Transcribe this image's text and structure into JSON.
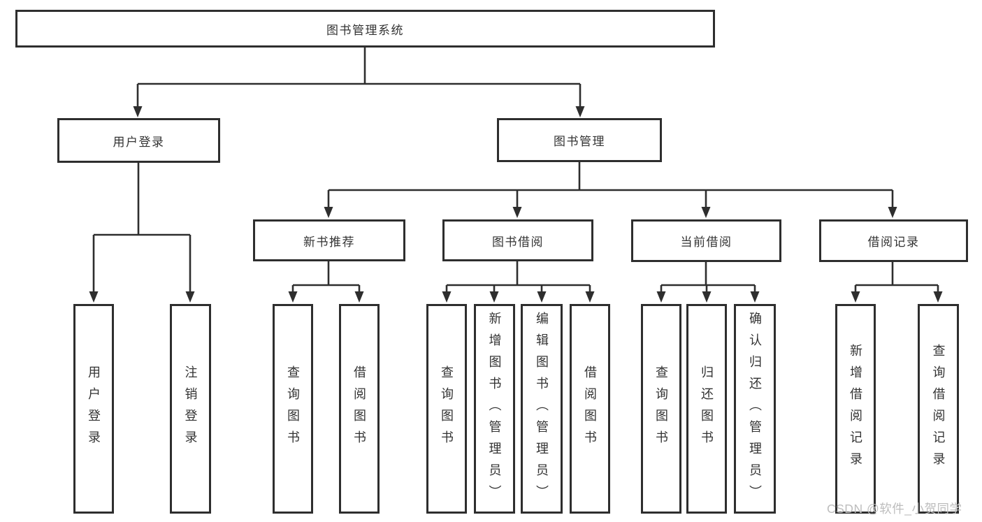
{
  "tree": {
    "label": "图书管理系统",
    "children": [
      {
        "label": "用户登录",
        "children": [
          {
            "label": "用户登录"
          },
          {
            "label": "注销登录"
          }
        ]
      },
      {
        "label": "图书管理",
        "children": [
          {
            "label": "新书推荐",
            "children": [
              {
                "label": "查询图书"
              },
              {
                "label": "借阅图书"
              }
            ]
          },
          {
            "label": "图书借阅",
            "children": [
              {
                "label": "查询图书"
              },
              {
                "label": "新增图书（管理员）"
              },
              {
                "label": "编辑图书（管理员）"
              },
              {
                "label": "借阅图书"
              }
            ]
          },
          {
            "label": "当前借阅",
            "children": [
              {
                "label": "查询图书"
              },
              {
                "label": "归还图书"
              },
              {
                "label": "确认归还（管理员）"
              }
            ]
          },
          {
            "label": "借阅记录",
            "children": [
              {
                "label": "新增借阅记录"
              },
              {
                "label": "查询借阅记录"
              }
            ]
          }
        ]
      }
    ]
  },
  "watermark": "CSDN @软件_小贺同学",
  "colors": {
    "line": "#2e2e2e",
    "text": "#333333",
    "watermark": "#bdbdbd",
    "background": "#ffffff"
  }
}
